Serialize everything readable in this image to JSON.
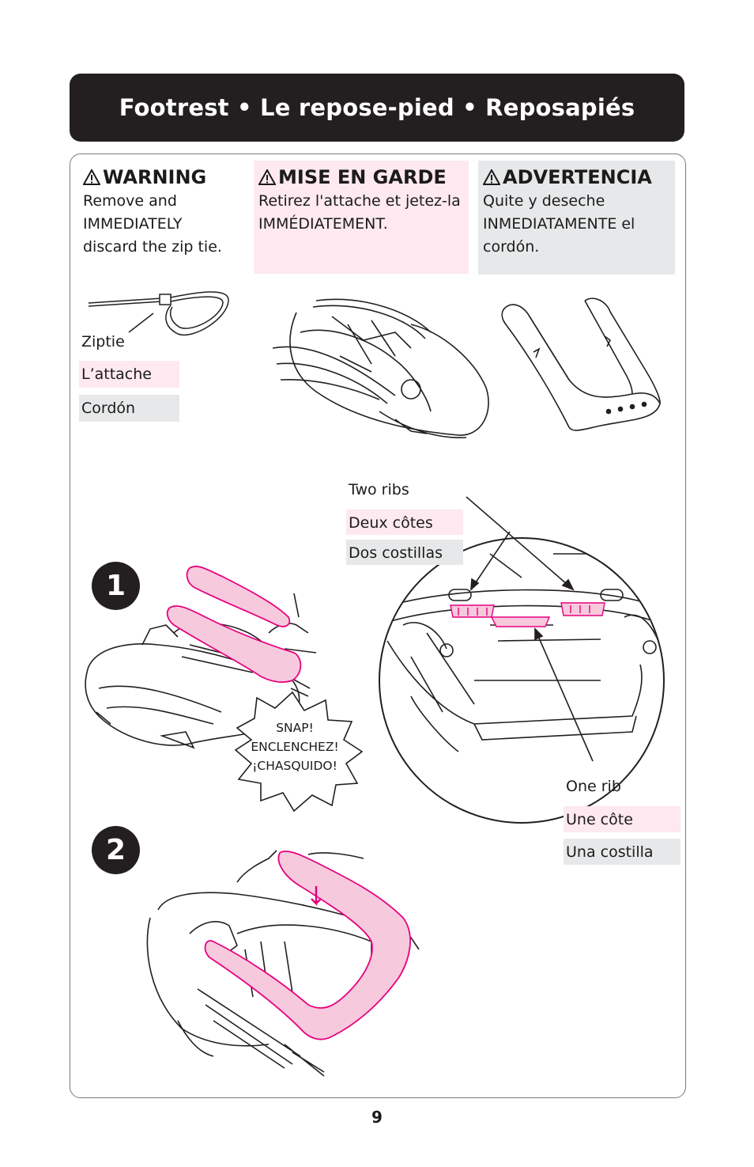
{
  "header": {
    "title": "Footrest  •  Le repose-pied  •  Reposapiés"
  },
  "warnings": {
    "en": {
      "title": "WARNING",
      "body": "Remove and IMMEDIATELY discard the zip tie."
    },
    "fr": {
      "title": "MISE EN GARDE",
      "body": "Retirez l'attache et jetez-la IMMÉDIATEMENT."
    },
    "es": {
      "title": "ADVERTENCIA",
      "body": "Quite y deseche INMEDIATAMENTE el cordón."
    }
  },
  "ziptie": {
    "en": "Ziptie",
    "fr": "L’attache",
    "es": "Cordón"
  },
  "two_ribs": {
    "en": "Two ribs",
    "fr": "Deux côtes",
    "es": "Dos costillas"
  },
  "one_rib": {
    "en": "One rib",
    "fr": "Une côte",
    "es": "Una costilla"
  },
  "snap": {
    "en": "SNAP!",
    "fr": "ENCLENCHEZ!",
    "es": "¡CHASQUIDO!"
  },
  "steps": {
    "one": "1",
    "two": "2"
  },
  "page_number": "9",
  "colors": {
    "accent_pink": "#e6007e",
    "fill_pink": "#f7c9dd",
    "fr_bg": "#fde9ef",
    "es_bg": "#e7e8e9",
    "header_bg": "#231f20"
  }
}
